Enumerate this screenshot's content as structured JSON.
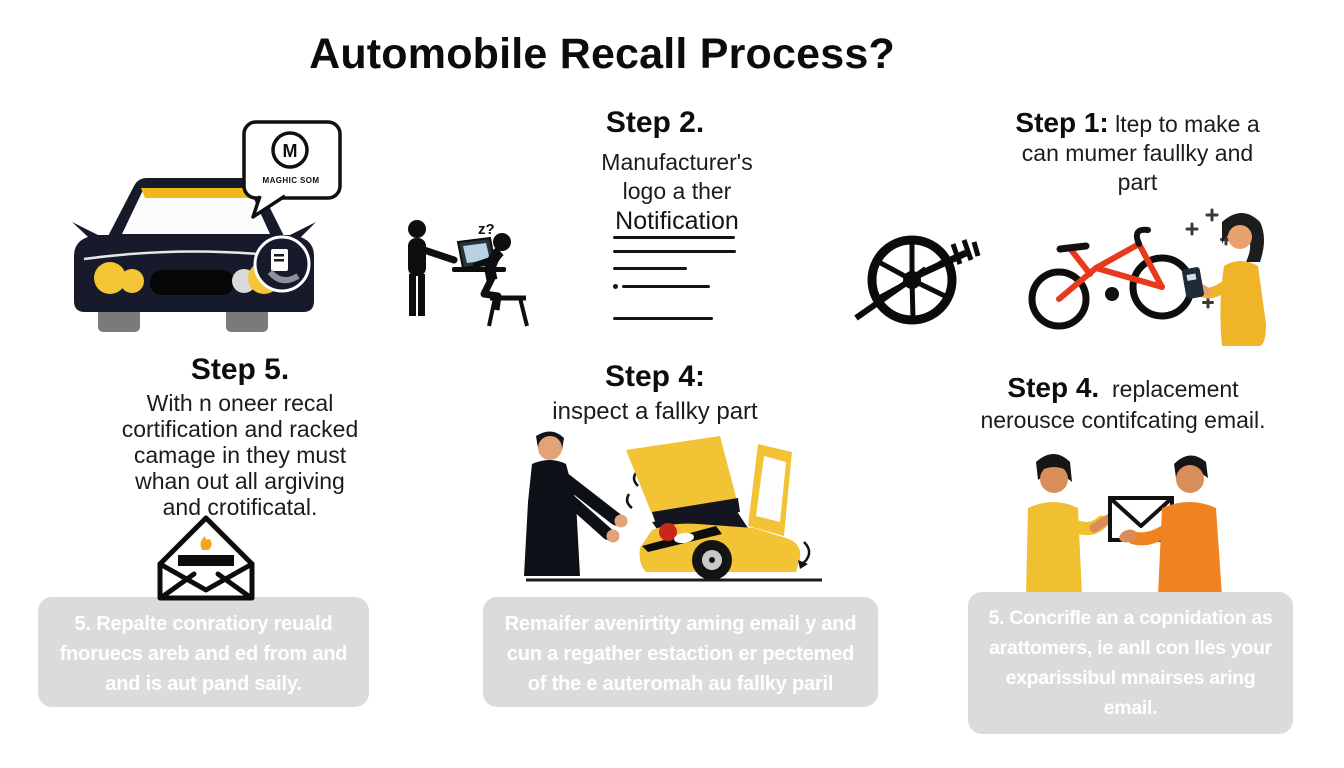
{
  "title": "Automobile Recall Process?",
  "cells": {
    "step2": {
      "heading": "Step 2.",
      "lines": [
        "Manufacturer's",
        "logo a ther"
      ],
      "subheading": "Notification",
      "doze_label": "z?"
    },
    "step1": {
      "heading": "Step 1:",
      "heading_rest": "ltep to make a",
      "lines": [
        "can mumer faullky and",
        "part"
      ]
    },
    "step5": {
      "heading": "Step 5.",
      "lines": [
        "With n oneer recal",
        "cortification and racked",
        "camage in they must",
        "whan out all argiving",
        "and crotificatal."
      ]
    },
    "step4_center": {
      "heading": "Step 4:",
      "subheading": "inspect a fallky part"
    },
    "step4_right": {
      "heading": "Step 4.",
      "heading_rest": "replacement",
      "lines": [
        "nerousce contifcating email."
      ]
    }
  },
  "speech_bubble": {
    "logo_letter": "M",
    "label": "MAGHIC SOM"
  },
  "callouts": [
    {
      "lines": [
        "5. Repalte conratiory reuald",
        "fnoruecs areb and ed from and",
        "and is aut pand saily."
      ]
    },
    {
      "lines": [
        "Remaifer avenirtity aming email y and",
        "cun a regather estaction er pectemed",
        "of the e auteromah au fallky paril"
      ]
    },
    {
      "lines": [
        "5. Concrifle an a copnidation as",
        "arattomers, ie anll con lles your",
        "exparissibul mnairses aring",
        "email."
      ]
    }
  ],
  "colors": {
    "ink": "#0c0c0c",
    "car_body": "#171a2b",
    "headlight_yellow": "#f4c534",
    "windshield_strip": "#f2b718",
    "recall_car_yellow": "#f2c335",
    "bike_red": "#e8391d",
    "shirt_yellow": "#f0c030",
    "shirt_orange": "#ef8322",
    "skin": "#d98e5a",
    "flame_orange": "#f2a71b",
    "callout_bg": "#dbdbdb",
    "callout_text": "#ffffff"
  },
  "icons": {
    "car-front-icon": "dark car front view with yellow headlights",
    "speech-bubble-icon": "speech bubble with circular M manufacturer logo",
    "report-badge-icon": "dark circular badge with white document",
    "support-desk-icon": "two stick figures at a laptop",
    "notification-lines-icon": "list of horizontal text lines",
    "wheel-tool-icon": "spoked wheel with wrench tool",
    "bicycle-icon": "red bicycle with black wheels",
    "owner-phone-icon": "woman in yellow reading a phone",
    "envelope-alert-icon": "open outline envelope with flame mark",
    "inspection-icon": "suited inspector at yellow car with open hood and door",
    "email-handoff-icon": "two people exchanging an envelope"
  }
}
